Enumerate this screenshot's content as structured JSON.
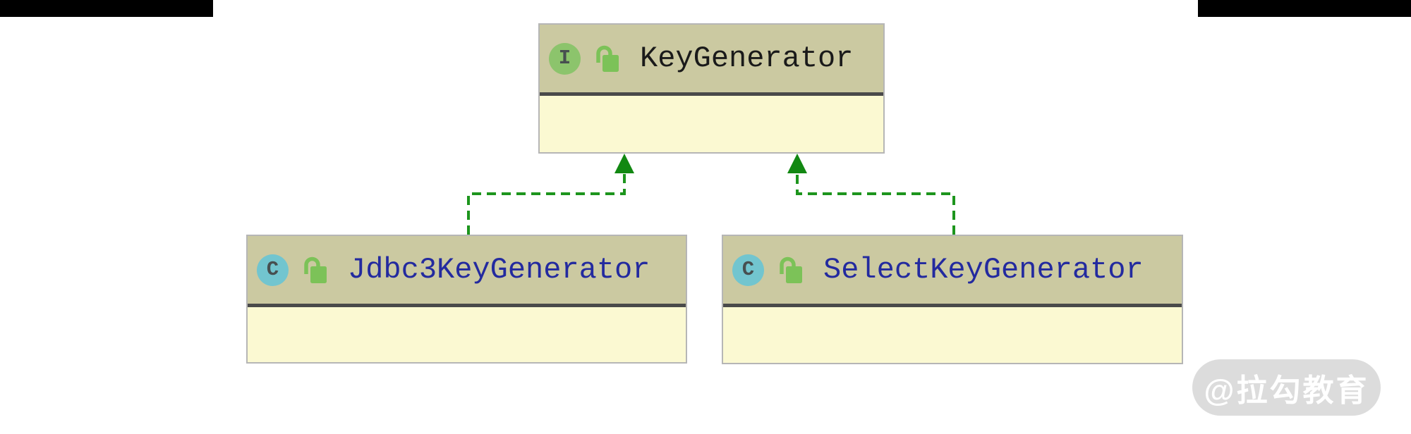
{
  "theme": {
    "canvas_bg": "#ffffff",
    "black_bar_color": "#000000",
    "node_header_bg": "#cbc9a1",
    "node_body_bg": "#fbf9d2",
    "node_border": "#b6b6b6",
    "node_separator": "#4a4a4a",
    "interface_badge_bg": "#8cc46c",
    "class_badge_bg": "#72c5cf",
    "badge_letter_color": "#474f50",
    "lock_green": "#7cc258",
    "connector_line_green": "#1d951d",
    "connector_arrow_green": "#128812",
    "interface_name_color": "#1a1a1a",
    "class_name_color": "#232a9f",
    "watermark_bg": "#dcdcdc",
    "watermark_text_color": "#ffffff"
  },
  "diagram": {
    "nodes": [
      {
        "badge": "I",
        "kind": "interface",
        "name": "KeyGenerator"
      },
      {
        "badge": "C",
        "kind": "class",
        "name": "Jdbc3KeyGenerator"
      },
      {
        "badge": "C",
        "kind": "class",
        "name": "SelectKeyGenerator"
      }
    ],
    "relations": [
      {
        "from": "Jdbc3KeyGenerator",
        "to": "KeyGenerator",
        "type": "implements"
      },
      {
        "from": "SelectKeyGenerator",
        "to": "KeyGenerator",
        "type": "implements"
      }
    ]
  },
  "watermark": {
    "text": "@拉勾教育"
  }
}
